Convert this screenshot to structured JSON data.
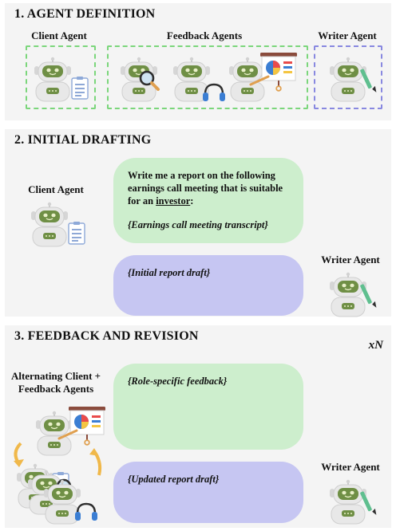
{
  "sections": {
    "agent_definition": {
      "title": "1. AGENT DEFINITION",
      "client_label": "Client Agent",
      "feedback_label": "Feedback Agents",
      "writer_label": "Writer Agent"
    },
    "initial_drafting": {
      "title": "2. INITIAL DRAFTING",
      "client_label": "Client Agent",
      "writer_label": "Writer Agent",
      "prompt_line1": "Write me a report on the following",
      "prompt_line2": "earnings call meeting that is suitable",
      "prompt_line3_pre": "for an ",
      "prompt_line3_u": "investor",
      "prompt_line3_post": ":",
      "prompt_transcript": "{Earnings call meeting transcript}",
      "draft": "{Initial report draft}"
    },
    "feedback_revision": {
      "title": "3. FEEDBACK AND REVISION",
      "repeat": "xN",
      "alternating_line1": "Alternating Client +",
      "alternating_line2": "Feedback Agents",
      "feedback": "{Role-specific feedback}",
      "updated": "{Updated report draft}",
      "writer_label": "Writer Agent"
    }
  },
  "colors": {
    "panel": "#f4f4f4",
    "green_bubble": "#cdeecd",
    "purple_bubble": "#c6c6f2",
    "green_dash": "#7bd67b",
    "blue_dash": "#8888e0",
    "robot_face": "#6f8f45"
  },
  "icons": [
    "robot-icon",
    "clipboard-icon",
    "magnifier-icon",
    "headphones-icon",
    "presentation-board-icon",
    "pen-icon",
    "cycle-arrow-icon"
  ]
}
